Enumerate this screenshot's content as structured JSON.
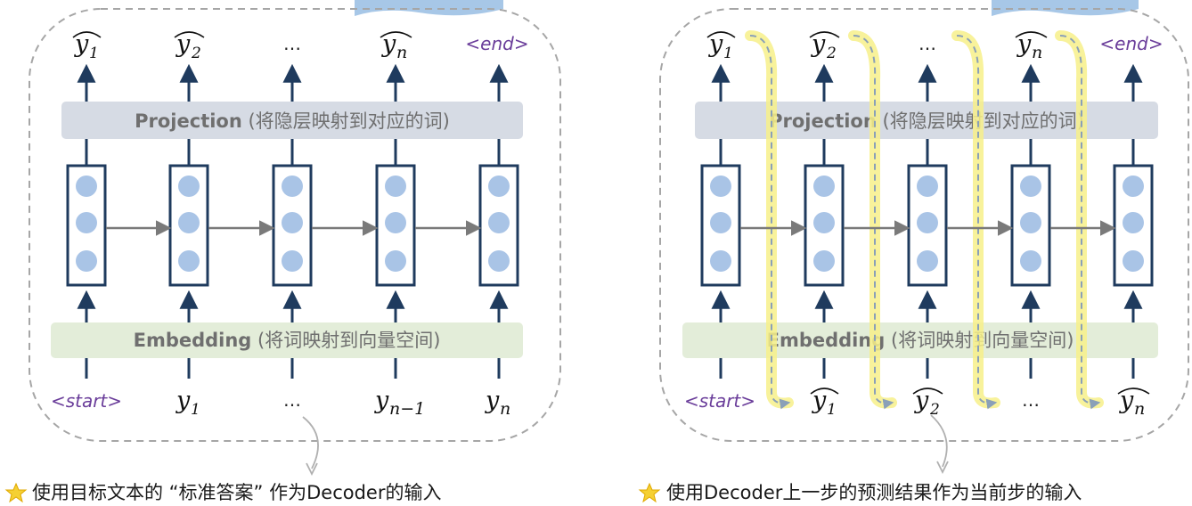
{
  "panels": [
    {
      "id": "left",
      "projection_bold": "Projection",
      "projection_rest": " (将隐层映射到对应的词)",
      "embedding_bold": "Embedding",
      "embedding_rest": " (将词映射到向量空间)",
      "outputs": [
        "y1_hat",
        "y2_hat",
        "…",
        "yn_hat",
        "<end>"
      ],
      "inputs": [
        "<start>",
        "y1",
        "…",
        "y(n-1)",
        "yn"
      ],
      "caption": "使用目标文本的 “标准答案” 作为Decoder的输入"
    },
    {
      "id": "right",
      "projection_bold": "Projection",
      "projection_rest": " (将隐层映射到对应的词)",
      "embedding_bold": "Embedding",
      "embedding_rest": " (将词映射到向量空间)",
      "outputs": [
        "y1_hat",
        "y2_hat",
        "…",
        "yn_hat",
        "<end>"
      ],
      "inputs": [
        "<start>",
        "y1_hat",
        "y2_hat",
        "…",
        "yn_hat"
      ],
      "caption": "使用Decoder上一步的预测结果作为当前步的输入"
    }
  ],
  "labels": {
    "start": "<start>",
    "end": "<end>",
    "ellipsis": "…",
    "y": "y",
    "n": "n",
    "one": "1",
    "two": "2",
    "n_minus_1": "n−1"
  },
  "colors": {
    "rnn_border": "#1f3b5e",
    "dot": "#a9c4e6",
    "projection_bg": "#d6dbe4",
    "embedding_bg": "#e3edd9",
    "tag": "#6a3d9a",
    "highlight": "#f7f08a",
    "tab": "#a7c7e7"
  }
}
